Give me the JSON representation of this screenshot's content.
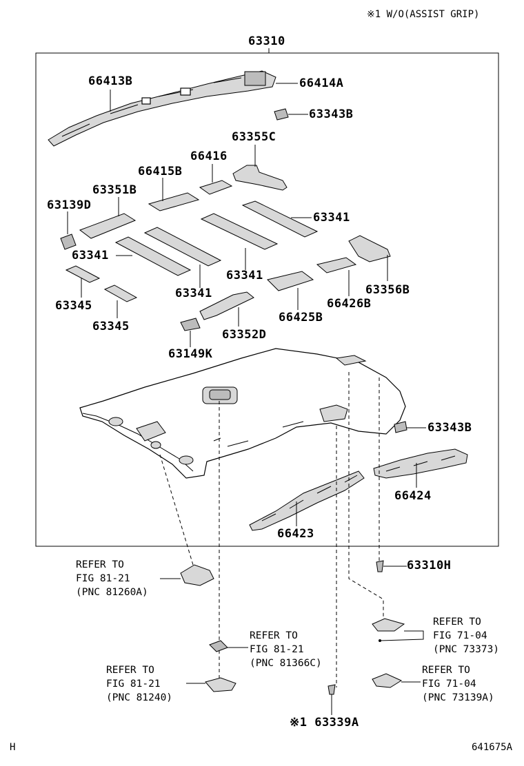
{
  "note": "※1  W/O(ASSIST GRIP)",
  "assembly_label": "63310",
  "parts": {
    "p66413B": "66413B",
    "p66414A": "66414A",
    "p63343B_top": "63343B",
    "p63355C": "63355C",
    "p66416": "66416",
    "p66415B": "66415B",
    "p63351B": "63351B",
    "p63139D": "63139D",
    "p63341_right": "63341",
    "p63341_left": "63341",
    "p63341_mid": "63341",
    "p63341_bottom": "63341",
    "p63345_a": "63345",
    "p63345_b": "63345",
    "p63356B": "63356B",
    "p66426B": "66426B",
    "p66425B": "66425B",
    "p63352D": "63352D",
    "p63149K": "63149K",
    "p63343B_side": "63343B",
    "p66424": "66424",
    "p66423": "66423",
    "p63310H": "63310H",
    "p63339A": "※1 63339A"
  },
  "references": {
    "ref1": "REFER TO\nFIG 81-21\n(PNC 81260A)",
    "ref2": "REFER TO\nFIG 81-21\n(PNC 81366C)",
    "ref3": "REFER TO\nFIG 81-21\n(PNC 81240)",
    "ref4": "REFER TO\nFIG 71-04\n(PNC 73373)",
    "ref5": "REFER TO\nFIG 71-04\n(PNC 73139A)"
  },
  "footer": {
    "left": "H",
    "right": "641675A"
  }
}
